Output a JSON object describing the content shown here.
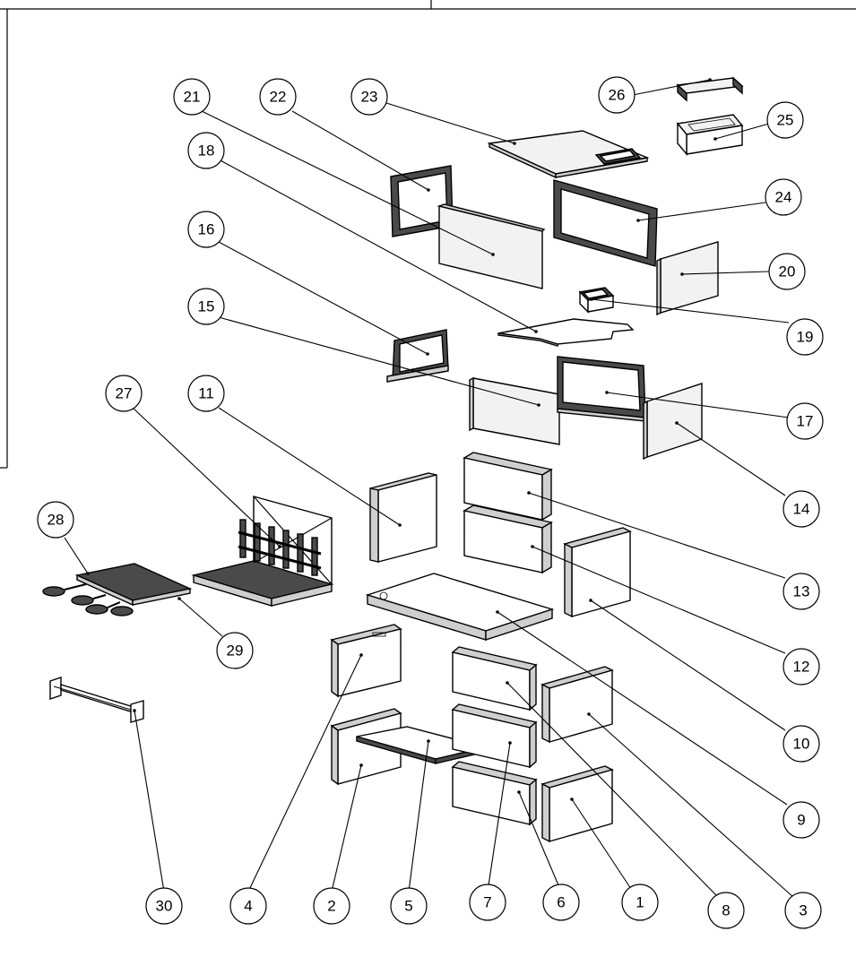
{
  "diagram": {
    "callouts": [
      {
        "id": "21",
        "label": "21"
      },
      {
        "id": "22",
        "label": "22"
      },
      {
        "id": "23",
        "label": "23"
      },
      {
        "id": "26",
        "label": "26"
      },
      {
        "id": "25",
        "label": "25"
      },
      {
        "id": "18",
        "label": "18"
      },
      {
        "id": "24",
        "label": "24"
      },
      {
        "id": "16",
        "label": "16"
      },
      {
        "id": "20",
        "label": "20"
      },
      {
        "id": "15",
        "label": "15"
      },
      {
        "id": "19",
        "label": "19"
      },
      {
        "id": "27",
        "label": "27"
      },
      {
        "id": "11",
        "label": "11"
      },
      {
        "id": "17",
        "label": "17"
      },
      {
        "id": "14",
        "label": "14"
      },
      {
        "id": "28",
        "label": "28"
      },
      {
        "id": "13",
        "label": "13"
      },
      {
        "id": "12",
        "label": "12"
      },
      {
        "id": "29",
        "label": "29"
      },
      {
        "id": "10",
        "label": "10"
      },
      {
        "id": "9",
        "label": "9"
      },
      {
        "id": "30",
        "label": "30"
      },
      {
        "id": "4",
        "label": "4"
      },
      {
        "id": "2",
        "label": "2"
      },
      {
        "id": "5",
        "label": "5"
      },
      {
        "id": "7",
        "label": "7"
      },
      {
        "id": "6",
        "label": "6"
      },
      {
        "id": "1",
        "label": "1"
      },
      {
        "id": "8",
        "label": "8"
      },
      {
        "id": "3",
        "label": "3"
      }
    ]
  }
}
